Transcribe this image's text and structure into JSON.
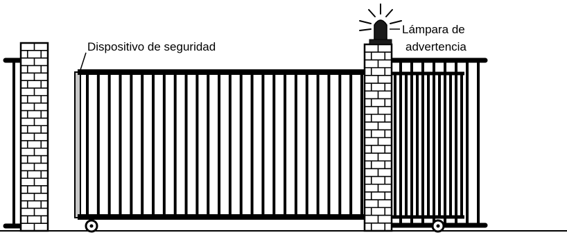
{
  "labels": {
    "safety_device": "Dispositivo de seguridad",
    "warning_lamp_line1": "Lámpara de",
    "warning_lamp_line2": "advertencia"
  },
  "colors": {
    "ink": "#000000",
    "paper": "#ffffff",
    "safety_edge": "#c8c8c8",
    "lamp_body": "#1a1a1a"
  },
  "icons": {
    "lamp": "warning-lamp-icon",
    "wheel": "gate-wheel-icon",
    "brick": "brick-pillar"
  }
}
